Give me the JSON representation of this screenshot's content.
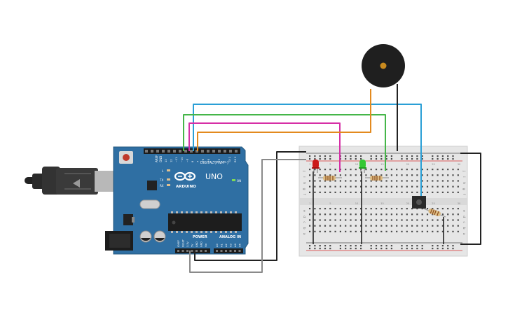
{
  "arduino": {
    "brand_label": "ARDUINO",
    "model_label": "UNO",
    "on_label": "ON",
    "digital_label": "DIGITAL (PWM~)",
    "power_label": "POWER",
    "analog_label": "ANALOG IN",
    "aref_label": "AREF",
    "gnd_label": "GND",
    "l_label": "L",
    "tx_label": "TX",
    "rx_label": "RX",
    "digital_pins": [
      "13",
      "12",
      "~11",
      "~10",
      "~9",
      "8",
      "7",
      "~6",
      "~5",
      "4",
      "~3",
      "2",
      "TX 1",
      "RX 0"
    ],
    "power_pins": [
      "IOREF",
      "RESET",
      "3.3V",
      "5V",
      "GND",
      "GND",
      "Vin"
    ],
    "analog_pins": [
      "A0",
      "A1",
      "A2",
      "A3",
      "A4",
      "A5"
    ]
  },
  "breadboard": {
    "row_letters_top": [
      "j",
      "i",
      "h",
      "g",
      "f"
    ],
    "row_letters_bottom": [
      "e",
      "d",
      "c",
      "b",
      "a"
    ],
    "column_numbers": [
      "1",
      "5",
      "10",
      "15",
      "20",
      "25",
      "30"
    ]
  },
  "components": {
    "led_red_color": "#cc1a1a",
    "led_green_color": "#34c834",
    "buzzer_color": "#1f1f1f",
    "buzzer_center_color": "#c98a1e"
  },
  "wire_colors": {
    "cyan": "#2a9fd6",
    "green": "#45b649",
    "magenta": "#d62fa6",
    "orange": "#e38a1e",
    "black": "#222222",
    "gray": "#8a8a8a"
  },
  "board_color": "#2f6fa3"
}
